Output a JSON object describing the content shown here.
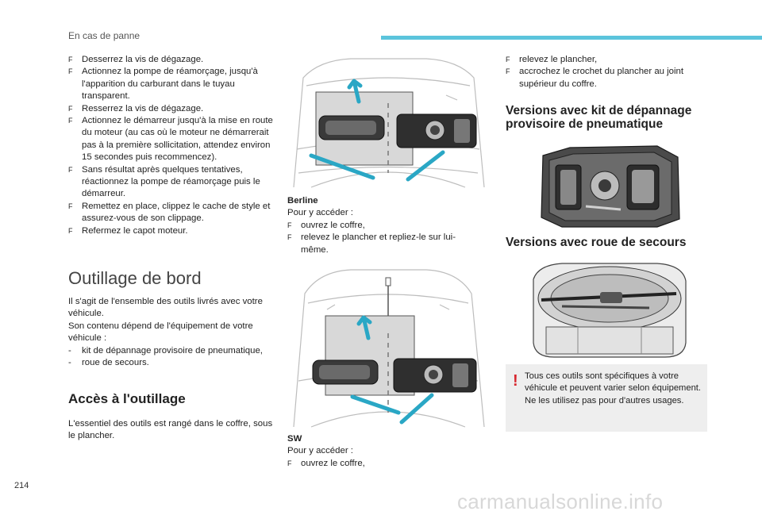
{
  "header": {
    "title": "En cas de panne"
  },
  "col1": {
    "steps": [
      "Desserrez la vis de dégazage.",
      "Actionnez la pompe de réamorçage, jusqu'à l'apparition du carburant dans le tuyau transparent.",
      "Resserrez la vis de dégazage.",
      "Actionnez le démarreur jusqu'à la mise en route du moteur (au cas où le moteur ne démarrerait pas à la première sollicitation, attendez environ 15 secondes puis recommencez).",
      "Sans résultat après quelques tentatives, réactionnez la pompe de réamorçage puis le démarreur.",
      "Remettez en place, clippez le cache de style et assurez-vous de son clippage.",
      "Refermez le capot moteur."
    ],
    "section_title": "Outillage de bord",
    "intro_1": "Il s'agit de l'ensemble des outils livrés avec votre véhicule.",
    "intro_2": "Son contenu dépend de l'équipement de votre véhicule :",
    "dash_items": [
      "kit de dépannage provisoire de pneumatique,",
      "roue de secours."
    ],
    "access_title": "Accès à l'outillage",
    "access_text": "L'essentiel des outils est rangé dans le coffre, sous le plancher."
  },
  "col2": {
    "berline_title": "Berline",
    "berline_intro": "Pour y accéder :",
    "berline_steps": [
      "ouvrez le coffre,",
      "relevez le plancher et repliez-le sur lui-même."
    ],
    "sw_title": "SW",
    "sw_intro": "Pour y accéder :",
    "sw_steps": [
      "ouvrez le coffre,"
    ]
  },
  "col3": {
    "steps": [
      "relevez le plancher,",
      "accrochez le crochet du plancher au joint supérieur du coffre."
    ],
    "kit_title": "Versions avec kit de dépannage provisoire de pneumatique",
    "spare_title": "Versions avec roue de secours",
    "warning_mark": "!",
    "warning_1": "Tous ces outils sont spécifiques à votre véhicule et peuvent varier selon équipement.",
    "warning_2": "Ne les utilisez pas pour d'autres usages."
  },
  "bullet_glyph": "F",
  "dash_glyph": "-",
  "page_number": "214",
  "watermark": "carmanualsonline.info",
  "colors": {
    "accent_bar": "#5bc4dc",
    "arrow": "#2aa7c5",
    "warning": "#d7262e"
  }
}
